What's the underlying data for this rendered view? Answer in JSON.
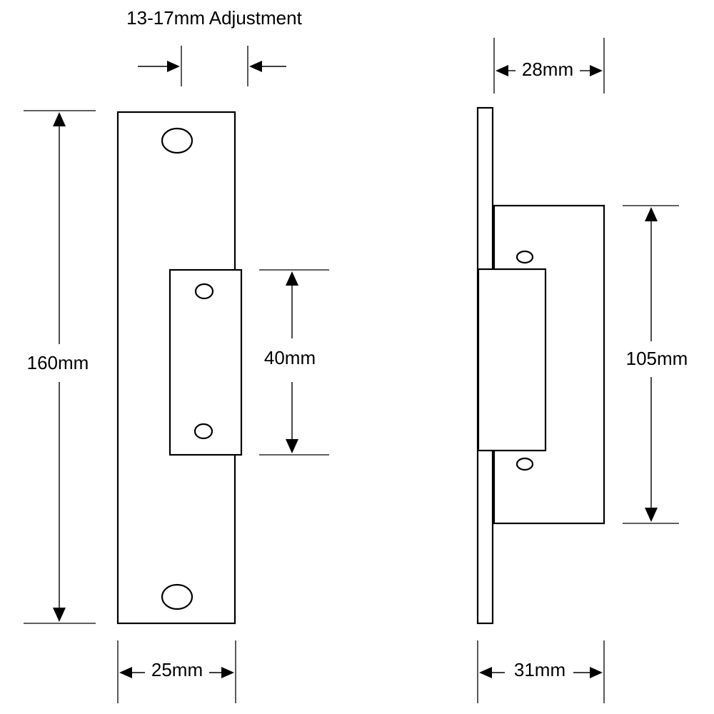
{
  "labels": {
    "adjustment": "13-17mm Adjustment",
    "plate_height": "160mm",
    "keeper_height": "40mm",
    "plate_width": "25mm",
    "side_top_width": "28mm",
    "body_height": "105mm",
    "side_bottom_width": "31mm"
  }
}
